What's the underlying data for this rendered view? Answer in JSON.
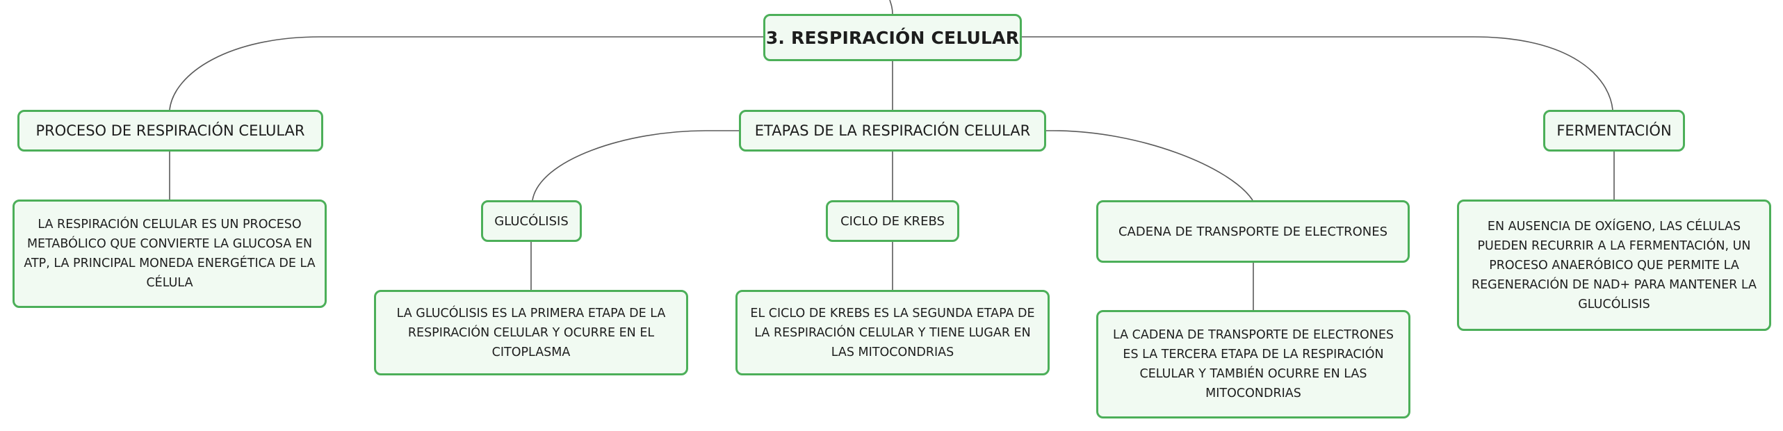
{
  "diagram": {
    "root": {
      "label": "3. RESPIRACIÓN CELULAR"
    },
    "branches": {
      "proceso": {
        "label": "PROCESO DE RESPIRACIÓN CELULAR",
        "description": "LA RESPIRACIÓN CELULAR ES UN PROCESO METABÓLICO QUE CONVIERTE LA GLUCOSA EN ATP, LA PRINCIPAL MONEDA ENERGÉTICA DE LA CÉLULA"
      },
      "etapas": {
        "label": "ETAPAS DE LA RESPIRACIÓN CELULAR",
        "glucolisis": {
          "label": "GLUCÓLISIS",
          "description": "LA GLUCÓLISIS ES LA PRIMERA ETAPA DE LA RESPIRACIÓN CELULAR Y OCURRE EN EL CITOPLASMA"
        },
        "krebs": {
          "label": "CICLO DE KREBS",
          "description": "EL CICLO DE KREBS ES LA SEGUNDA ETAPA DE LA RESPIRACIÓN CELULAR Y TIENE LUGAR EN LAS MITOCONDRIAS"
        },
        "cadena": {
          "label": "CADENA DE TRANSPORTE DE ELECTRONES",
          "description": "LA CADENA DE TRANSPORTE DE ELECTRONES ES LA TERCERA ETAPA DE LA RESPIRACIÓN CELULAR Y TAMBIÉN OCURRE EN LAS MITOCONDRIAS"
        }
      },
      "fermentacion": {
        "label": "FERMENTACIÓN",
        "description": "EN AUSENCIA DE OXÍGENO, LAS CÉLULAS PUEDEN RECURRIR A LA FERMENTACIÓN, UN PROCESO ANAERÓBICO QUE PERMITE LA REGENERACIÓN DE NAD+ PARA MANTENER LA GLUCÓLISIS"
      }
    },
    "colors": {
      "node_border": "#4caf59",
      "node_fill": "#f1faf2",
      "connector": "#5a5a5a",
      "text": "#1d1d1d"
    }
  }
}
